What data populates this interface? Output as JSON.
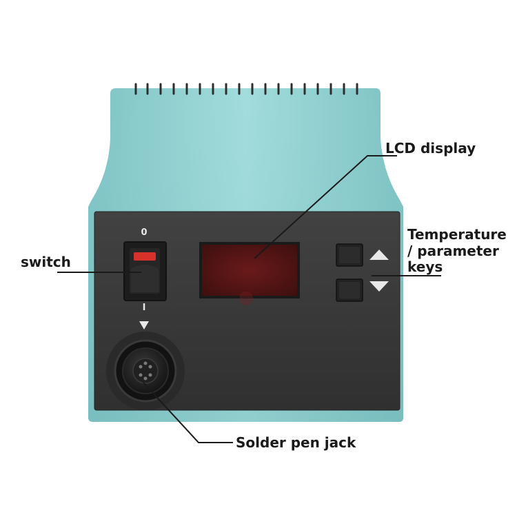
{
  "callouts": {
    "lcd_display": "LCD display",
    "temperature_keys_line1": "Temperature",
    "temperature_keys_line2": "/ parameter",
    "temperature_keys_line3": "keys",
    "switch": "switch",
    "solder_pen_jack": "Solder pen jack"
  },
  "panel": {
    "switch_off_mark": "0",
    "switch_on_mark": "I"
  },
  "colors": {
    "housing": "#8fcfcf",
    "panel": "#393939",
    "lcd": "#5a1414",
    "switch_indicator": "#d8302a"
  }
}
